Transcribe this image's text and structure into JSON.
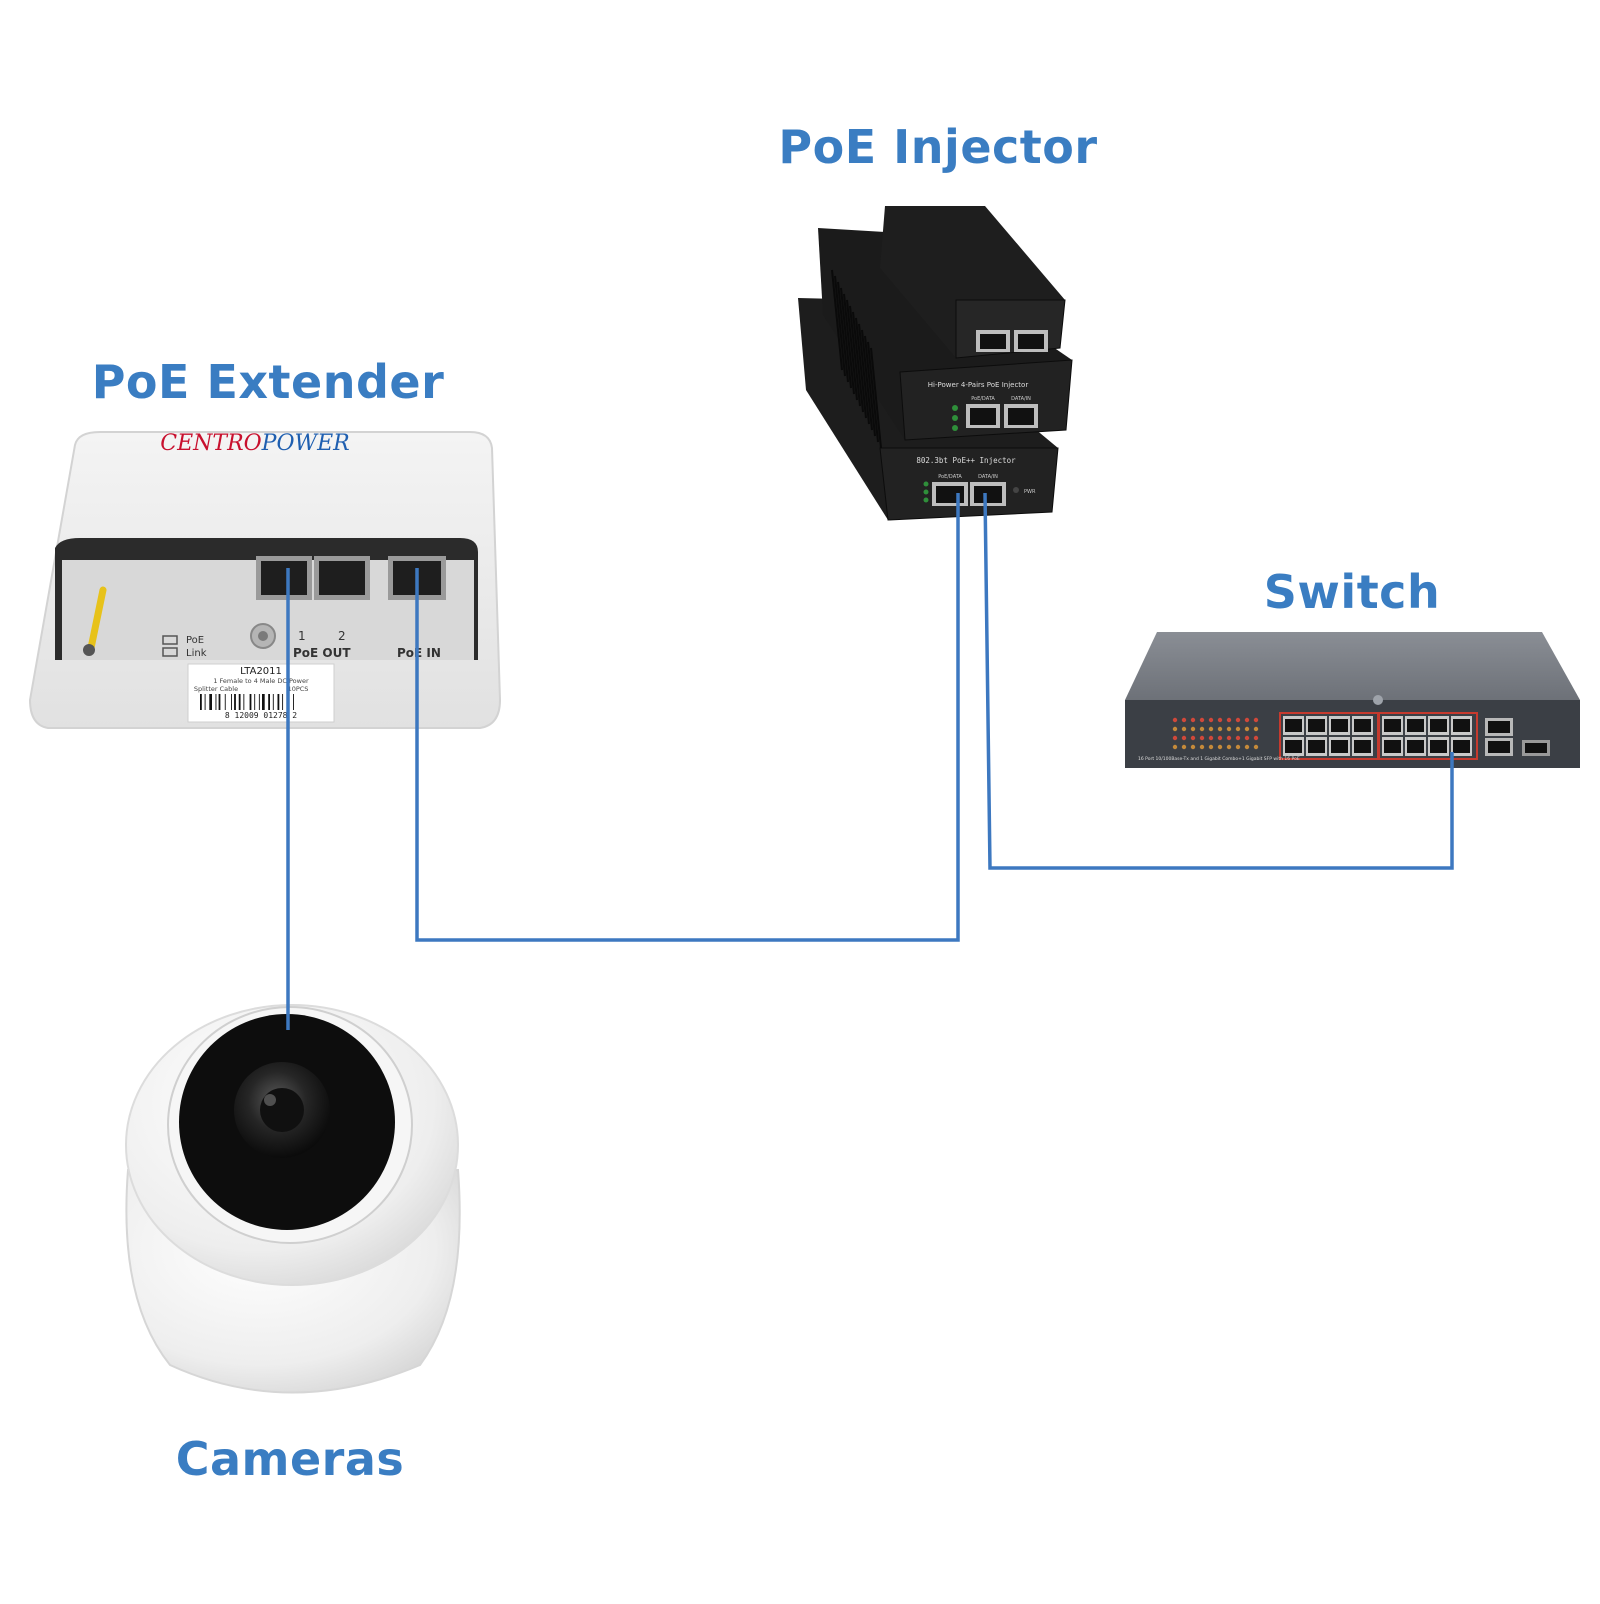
{
  "colors": {
    "label": "#3a7dc2",
    "cable": "#3d78c0",
    "brand_red": "#c8102e",
    "brand_blue": "#1f5fb0"
  },
  "labels": {
    "poe_injector": "PoE Injector",
    "poe_extender": "PoE Extender",
    "switch": "Switch",
    "cameras": "Cameras"
  },
  "extender": {
    "brand_part1": "CENTRO",
    "brand_part2": "POWER",
    "port_1": "1",
    "port_2": "2",
    "poe_out": "PoE OUT",
    "poe_in": "PoE IN",
    "led_poe": "PoE",
    "led_link": "Link",
    "sticker_model": "LTA2011",
    "sticker_line1": "1 Female to 4 Male DC Power",
    "sticker_line2": "Splitter Cable",
    "sticker_qty": "10PCS",
    "barcode_digits": "8 12009 01278 2"
  },
  "injector": {
    "middle_title": "Hi-Power 4-Pairs PoE Injector",
    "middle_port_a": "PoE/DATA",
    "middle_port_b": "DATA/IN",
    "bottom_title": "802.3bt PoE++ Injector",
    "bottom_port_a": "PoE/DATA",
    "bottom_port_b": "DATA/IN",
    "bottom_led": "PWR"
  },
  "switch": {
    "caption": "16 Port 10/100Base-Tx and 1 Gigabit Combo+1 Gigabit SFP with 16 PoE"
  }
}
